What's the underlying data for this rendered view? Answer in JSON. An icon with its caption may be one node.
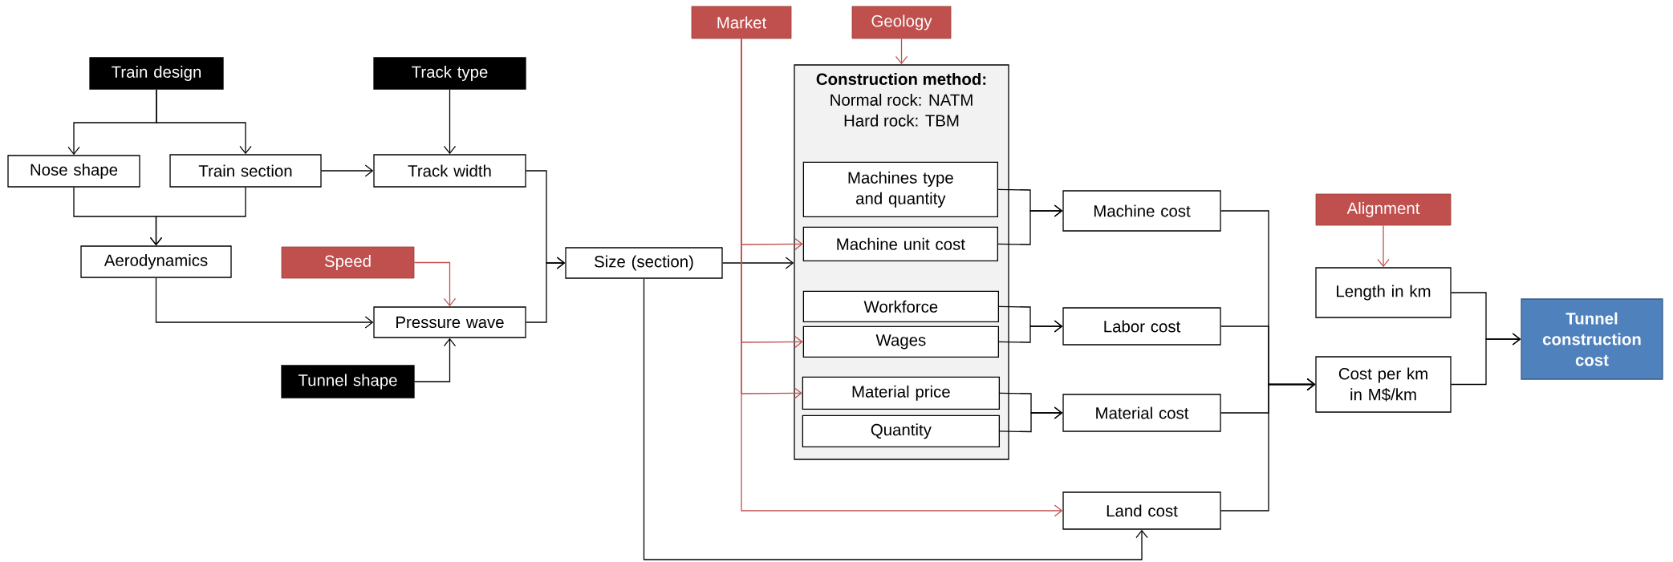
{
  "diagram": {
    "nodes": [
      {
        "text": [
          "Train design"
        ]
      },
      {
        "text": [
          "Track type"
        ]
      },
      {
        "text": [
          "Nose shape"
        ]
      },
      {
        "text": [
          "Train section"
        ]
      },
      {
        "text": [
          "Track width"
        ]
      },
      {
        "text": [
          "Aerodynamics"
        ]
      },
      {
        "text": [
          "Speed"
        ]
      },
      {
        "text": [
          "Pressure wave"
        ]
      },
      {
        "text": [
          "Tunnel shape"
        ]
      },
      {
        "text": [
          "Market"
        ]
      },
      {
        "text": [
          "Geology"
        ]
      },
      {
        "text": [
          "Size (section)"
        ]
      },
      {
        "text": [
          "Construction method:",
          "Normal rock: NATM",
          "Hard rock: TBM"
        ]
      },
      {
        "text": [
          "Machines type and quantity"
        ],
        "in": 12
      },
      {
        "text": [
          "Machine unit cost"
        ],
        "in": 12
      },
      {
        "text": [
          "Workforce"
        ],
        "in": 12
      },
      {
        "text": [
          "Wages"
        ],
        "in": 12
      },
      {
        "text": [
          "Material price"
        ],
        "in": 12
      },
      {
        "text": [
          "Quantity"
        ],
        "in": 12
      },
      {
        "text": [
          "Machine cost"
        ]
      },
      {
        "text": [
          "Labor cost"
        ]
      },
      {
        "text": [
          "Material cost"
        ]
      },
      {
        "text": [
          "Land cost"
        ]
      },
      {
        "text": [
          "Alignment"
        ]
      },
      {
        "text": [
          "Length in km"
        ]
      },
      {
        "text": [
          "Cost per km in M$/km"
        ]
      },
      {
        "text": [
          "Tunnel construction cost"
        ]
      }
    ],
    "edges": [
      {
        "from": 0,
        "to": 2,
        "arrow": "to"
      },
      {
        "from": 0,
        "to": 3,
        "arrow": "to"
      },
      {
        "from": 1,
        "to": 4,
        "arrow": "to"
      },
      {
        "from": 3,
        "to": 4,
        "arrow": "to"
      },
      {
        "from": 2,
        "to": 5,
        "arrow": "to"
      },
      {
        "from": 3,
        "to": 5,
        "arrow": "to"
      },
      {
        "from": 5,
        "to": 7,
        "arrow": "to"
      },
      {
        "from": 6,
        "to": 7,
        "arrow": "to",
        "color": "#c0504d"
      },
      {
        "from": 8,
        "to": 7,
        "arrow": "to"
      },
      {
        "from": 4,
        "to": 11,
        "arrow": "to"
      },
      {
        "from": 7,
        "to": 11,
        "arrow": "to"
      },
      {
        "from": 11,
        "to": 12,
        "arrow": "to"
      },
      {
        "from": 11,
        "to": 22,
        "arrow": "to"
      },
      {
        "from": 10,
        "to": 12,
        "arrow": "to",
        "color": "#c0504d"
      },
      {
        "from": 9,
        "to": 14,
        "arrow": "to",
        "color": "#c0504d"
      },
      {
        "from": 9,
        "to": 16,
        "arrow": "to",
        "color": "#c0504d"
      },
      {
        "from": 9,
        "to": 17,
        "arrow": "to",
        "color": "#c0504d"
      },
      {
        "from": 9,
        "to": 22,
        "arrow": "to",
        "color": "#c0504d"
      },
      {
        "from": 13,
        "to": 19,
        "arrow": "to"
      },
      {
        "from": 14,
        "to": 19,
        "arrow": "to"
      },
      {
        "from": 15,
        "to": 20,
        "arrow": "to"
      },
      {
        "from": 16,
        "to": 20,
        "arrow": "to"
      },
      {
        "from": 17,
        "to": 21,
        "arrow": "to"
      },
      {
        "from": 18,
        "to": 21,
        "arrow": "to"
      },
      {
        "from": 19,
        "to": 25,
        "arrow": "to"
      },
      {
        "from": 20,
        "to": 25,
        "arrow": "to"
      },
      {
        "from": 21,
        "to": 25,
        "arrow": "to"
      },
      {
        "from": 22,
        "to": 25,
        "arrow": "to"
      },
      {
        "from": 23,
        "to": 24,
        "arrow": "to",
        "color": "#c0504d"
      },
      {
        "from": 24,
        "to": 26,
        "arrow": "to"
      },
      {
        "from": 25,
        "to": 26,
        "arrow": "to"
      }
    ]
  }
}
